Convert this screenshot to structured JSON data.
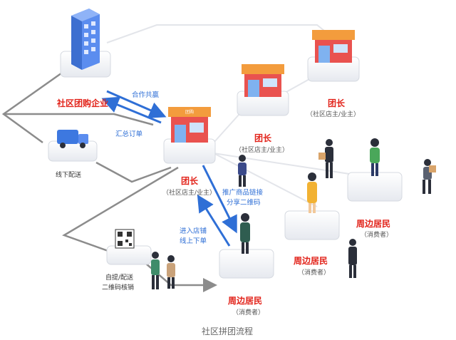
{
  "nodes": {
    "enterprise": {
      "title": "社区团购企业"
    },
    "leader_main": {
      "title": "团长",
      "subtitle": "（社区店主/业主）"
    },
    "leader_mid": {
      "title": "团长",
      "subtitle": "（社区店主/业主）"
    },
    "leader_top": {
      "title": "团长",
      "subtitle": "（社区店主/业主）"
    },
    "resident_center": {
      "title": "周边居民",
      "subtitle": "（消费者）"
    },
    "resident_right": {
      "title": "周边居民",
      "subtitle": "（消费者）"
    },
    "resident_bottom": {
      "title": "周边居民",
      "subtitle": "（消费者）"
    },
    "offline_delivery": {
      "label": "线下配送"
    },
    "pickup": {
      "label_line1": "自提/配送",
      "label_line2": "二维码核销"
    }
  },
  "edges": {
    "cooperate": "合作共赢",
    "summary_order": "汇总订单",
    "promote_line1": "推广商品链接",
    "promote_line2": "分享二维码",
    "enter_line1": "进入店铺",
    "enter_line2": "线上下单"
  },
  "store_sign": "团购",
  "caption": "社区拼团流程",
  "colors": {
    "title_red": "#e2231a",
    "arrow_blue": "#2f6fd6",
    "connector_gray": "#8c8c8c",
    "platform": "#eef0f4",
    "roof": "#f39c3d",
    "store_body": "#e9524f"
  }
}
